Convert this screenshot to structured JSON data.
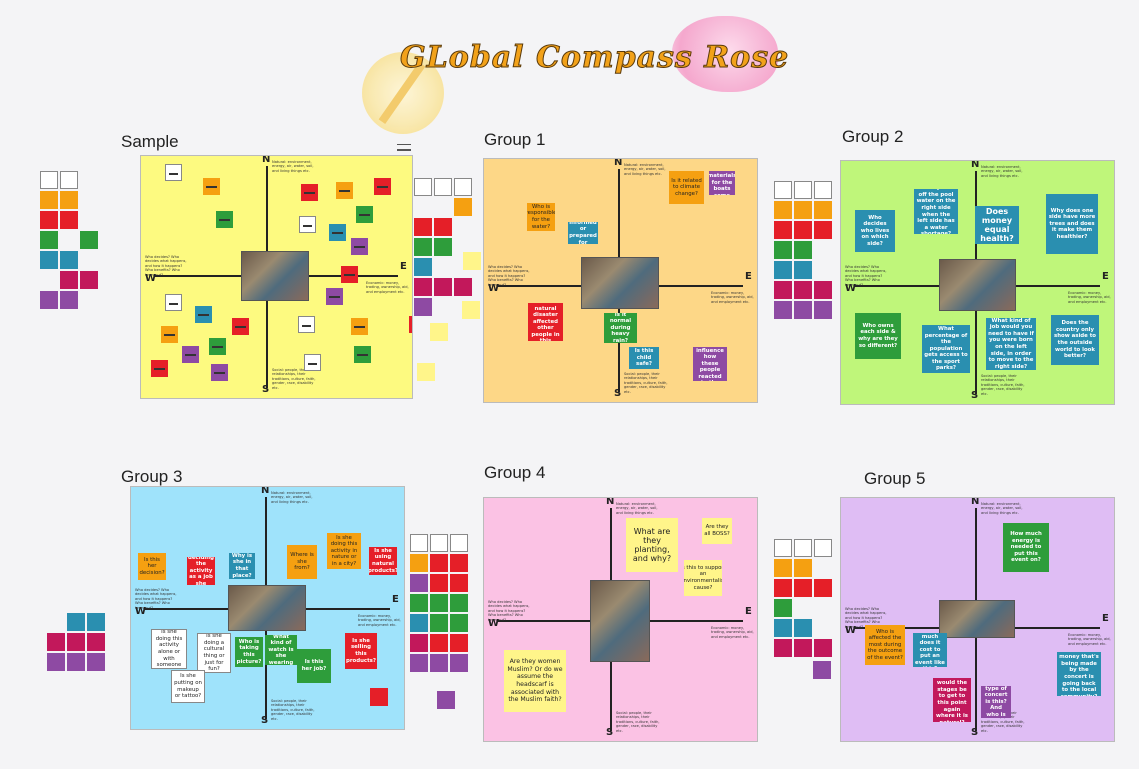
{
  "title": "GLobal Compass Rose",
  "colors": {
    "white": "#ffffff",
    "orange": "#f5a011",
    "red": "#e51f28",
    "green": "#2e9d3b",
    "teal": "#2a8fb0",
    "magenta": "#c2185b",
    "purple": "#8e4aa3",
    "yellow": "#fff58a",
    "tan": "#f7c37a"
  },
  "compass": {
    "north": "N",
    "south": "S",
    "east": "E",
    "west": "W"
  },
  "captions": {
    "natural": "Natural: environment, energy, air, water, soil, and living things etc.",
    "economic": "Economic: money, trading, ownership, aid, and employment etc.",
    "social": "Social: people, their relationships, their traditions, culture, faith, gender, race, disability etc.",
    "who": "Who decides? Who decides what happens, and how it happens? Who benefits? Who loses out?"
  },
  "boards": [
    {
      "label": "Sample",
      "bg": "#fdfa80",
      "notes": []
    },
    {
      "label": "Group 1",
      "bg": "#fdd787",
      "notes": [
        {
          "text": "Is it related to climate change?",
          "color": "orange",
          "dark": true
        },
        {
          "text": "Where do the materials for the boats come from?",
          "color": "purple"
        },
        {
          "text": "Who is responsible for the water?",
          "color": "orange",
          "dark": true
        },
        {
          "text": "Was the river informed or prepared for heavy rain?",
          "color": "teal"
        },
        {
          "text": "How did this natural disaster affected other people in this flood?",
          "color": "red"
        },
        {
          "text": "Is it normal during heavy rain?",
          "color": "green"
        },
        {
          "text": "Is this child safe?",
          "color": "teal"
        },
        {
          "text": "Does culture influence how these people reacted to the flood?",
          "color": "purple"
        }
      ]
    },
    {
      "label": "Group 2",
      "bg": "#bff67a",
      "notes": [
        {
          "text": "Do they shut off the pool water on the right side when the left side has a water shortage?",
          "color": "teal"
        },
        {
          "text": "Who decides who lives on which side?",
          "color": "teal"
        },
        {
          "text": "Does money equal health?",
          "color": "teal"
        },
        {
          "text": "Why does one side have more trees and does it make them healthier?",
          "color": "teal"
        },
        {
          "text": "Who owns each side & why are they so different?",
          "color": "green"
        },
        {
          "text": "What percentage of the population gets access to the sport parks?",
          "color": "teal"
        },
        {
          "text": "What kind of job would you need to have if you were born on the left side, in order to move to the right side?",
          "color": "teal"
        },
        {
          "text": "Does the country only show aside to the outside world to look better?",
          "color": "teal"
        }
      ]
    },
    {
      "label": "Group 3",
      "bg": "#9fe3fb",
      "notes": [
        {
          "text": "Is this her decision?",
          "color": "orange",
          "dark": true
        },
        {
          "text": "Is deciding the activity as a job she has?",
          "color": "red"
        },
        {
          "text": "Why is she in that place?",
          "color": "teal"
        },
        {
          "text": "Where is she from?",
          "color": "orange",
          "dark": true
        },
        {
          "text": "Is she doing this activity in nature or in a city?",
          "color": "orange",
          "dark": true
        },
        {
          "text": "Is she using natural products?",
          "color": "red"
        },
        {
          "text": "Is she doing this activity alone or with someone",
          "color": "white",
          "dark": true
        },
        {
          "text": "Is she doing a cultural thing or just for fun?",
          "color": "white",
          "dark": true
        },
        {
          "text": "Who is taking this picture?",
          "color": "green"
        },
        {
          "text": "What kind of watch is she wearing",
          "color": "green"
        },
        {
          "text": "Is this her job?",
          "color": "green"
        },
        {
          "text": "Is she selling this products?",
          "color": "red"
        },
        {
          "text": "Is she putting on makeup or tattoo?",
          "color": "white",
          "dark": true
        }
      ]
    },
    {
      "label": "Group 4",
      "bg": "#fbc2e4",
      "notes": [
        {
          "text": "What are they planting, and why?",
          "color": "yellow",
          "dark": true
        },
        {
          "text": "Are they all BOSS?",
          "color": "yellow",
          "dark": true
        },
        {
          "text": "Is this to support an environmentalist cause?",
          "color": "yellow",
          "dark": true
        },
        {
          "text": "Are they women Muslim? Or do we assume the headscarf is associated with the Muslim faith?",
          "color": "yellow",
          "dark": true
        }
      ]
    },
    {
      "label": "Group 5",
      "bg": "#dfbdf4",
      "notes": [
        {
          "text": "How much energy is needed to put this event on?",
          "color": "green"
        },
        {
          "text": "Who is affected the most during the outcome of the event?",
          "color": "orange",
          "dark": true
        },
        {
          "text": "How much does it cost to put an event like this?",
          "color": "teal"
        },
        {
          "text": "How much money that's being made by the concert is going back to the local community?",
          "color": "teal"
        },
        {
          "text": "What would the stages be to get to this point again where it is natural?",
          "color": "magenta"
        },
        {
          "text": "What type of concert is this? And who is this for?",
          "color": "purple"
        }
      ]
    }
  ]
}
